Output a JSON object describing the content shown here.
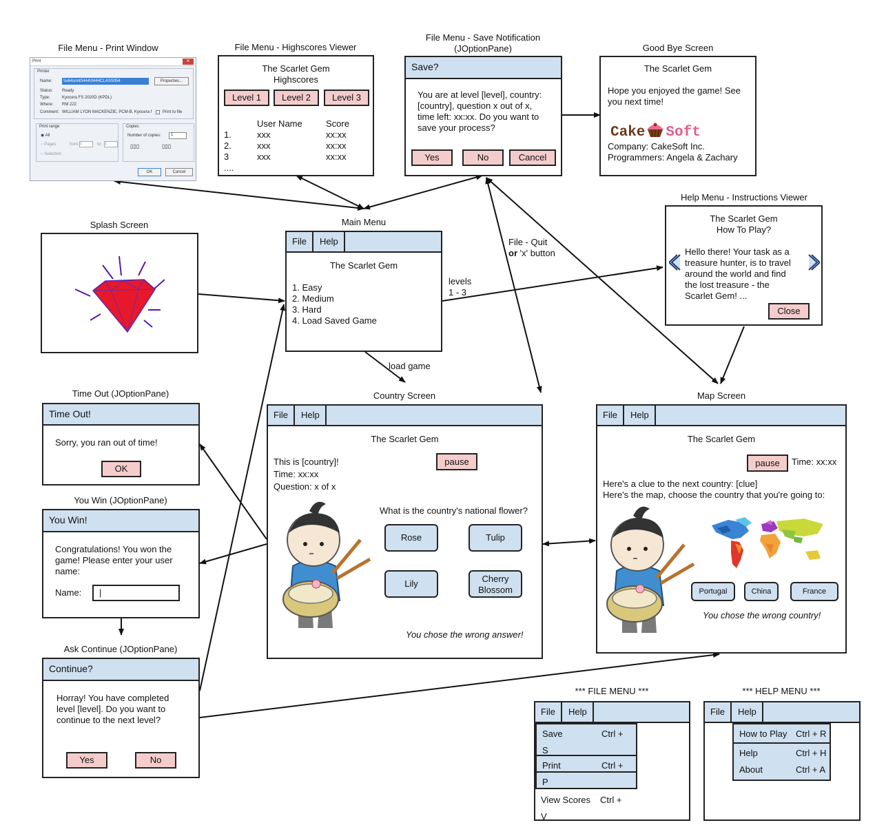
{
  "captions": {
    "print": "File Menu - Print Window",
    "highscores": "File Menu - Highscores Viewer",
    "save_notif_1": "File Menu - Save Notification",
    "save_notif_2": "(JOptionPane)",
    "goodbye": "Good Bye Screen",
    "help_instr": "Help Menu - Instructions Viewer",
    "splash": "Splash Screen",
    "main_menu": "Main Menu",
    "time_out": "Time Out (JOptionPane)",
    "you_win": "You Win (JOptionPane)",
    "ask_continue": "Ask Continue (JOptionPane)",
    "country": "Country Screen",
    "map": "Map Screen",
    "file_menu": "*** FILE MENU ***",
    "help_menu": "*** HELP MENU ***"
  },
  "edge_labels": {
    "levels_1": "levels",
    "levels_2": "1 - 3",
    "load_game": "load game",
    "quit_1": "File - Quit",
    "quit_or": "or",
    "quit_2": "'x' button"
  },
  "game_title": "The Scarlet Gem",
  "print_window": {
    "title": "Print",
    "printer_group": "Printer",
    "name_label": "Name:",
    "name_value": "\\\\u64snnt0444\\0444CLASS054",
    "properties": "Properties...",
    "status_label": "Status:",
    "status": "Ready",
    "type_label": "Type:",
    "type": "Kyocera FS 2020D (KPDL)",
    "where_label": "Where:",
    "where": "RM 222",
    "comment_label": "Comment:",
    "comment": "WILLIAM LYON MACKENZIE, PCM-B, Kyocera f",
    "print_to_file": "Print to file",
    "range_group": "Print range",
    "range_all": "All",
    "range_pages": "Pages",
    "range_from": "from:",
    "range_to": "to:",
    "range_from_val": "1",
    "range_to_val": "1",
    "range_selection": "Selection",
    "copies_group": "Copies",
    "copies_label": "Number of copies:",
    "copies_value": "1",
    "ok": "OK",
    "cancel": "Cancel"
  },
  "highscores": {
    "subtitle": "Highscores",
    "levels": [
      "Level 1",
      "Level 2",
      "Level 3"
    ],
    "col_user": "User Name",
    "col_score": "Score",
    "rows": [
      {
        "n": "1.",
        "user": "xxx",
        "score": "xx:xx"
      },
      {
        "n": "2.",
        "user": "xxx",
        "score": "xx:xx"
      },
      {
        "n": "3",
        "user": "xxx",
        "score": "xx:xx"
      }
    ],
    "more": "...."
  },
  "save_dialog": {
    "title": "Save?",
    "lines": [
      "You are at level [level], country:",
      "[country], question x out of x,",
      "time left: xx:xx. Do you want to",
      "save your process?"
    ],
    "yes": "Yes",
    "no": "No",
    "cancel": "Cancel"
  },
  "goodbye": {
    "lines": [
      "Hope you enjoyed the game! See",
      "you next time!"
    ],
    "logo_a": "Cake",
    "logo_b": "Soft",
    "company": "Company: CakeSoft Inc.",
    "programmers": "Programmers: Angela & Zachary"
  },
  "instructions": {
    "subtitle": "How To Play?",
    "lines": [
      "Hello there! Your task as a",
      "treasure hunter, is to travel",
      "around the world and find",
      "the lost treasure - the",
      "Scarlet Gem! ..."
    ],
    "close": "Close"
  },
  "menubar": {
    "file": "File",
    "help": "Help"
  },
  "main_menu": {
    "items": [
      "1. Easy",
      "2. Medium",
      "3. Hard",
      "4. Load Saved Game"
    ]
  },
  "time_out": {
    "title": "Time Out!",
    "message": "Sorry, you ran out of time!",
    "ok": "OK"
  },
  "you_win": {
    "title": "You Win!",
    "lines": [
      "Congratulations! You won the",
      "game! Please enter your user",
      "name:"
    ],
    "name_label": "Name:",
    "name_value": "|"
  },
  "ask_continue": {
    "title": "Continue?",
    "lines": [
      "Horray! You have completed",
      "level [level]. Do you want to",
      "continue to the next level?"
    ],
    "yes": "Yes",
    "no": "No"
  },
  "country_screen": {
    "info": [
      "This is [country]!",
      "Time: xx:xx",
      "Question: x of x"
    ],
    "pause": "pause",
    "question": "What is the country's national flower?",
    "answers": [
      "Rose",
      "Tulip",
      "Lily",
      "Cherry Blossom"
    ],
    "feedback": "You chose the wrong answer!"
  },
  "map_screen": {
    "pause": "pause",
    "time": "Time: xx:xx",
    "clue": "Here's a clue to the next country: [clue]",
    "choose": "Here's the map, choose the country that you're going to:",
    "countries": [
      "Portugal",
      "China",
      "France"
    ],
    "feedback": "You chose the wrong country!"
  },
  "file_menu": {
    "items": [
      {
        "label": "Save",
        "shortcut": "Ctrl +",
        "cont": "S"
      },
      {
        "label": "Print",
        "shortcut": "Ctrl +",
        "cont": "P"
      },
      {
        "label": "View Scores",
        "shortcut": "Ctrl +",
        "cont": "V"
      }
    ]
  },
  "help_menu": {
    "items": [
      {
        "label": "How to Play",
        "shortcut": "Ctrl + R"
      },
      {
        "label": "Help",
        "shortcut": "Ctrl + H"
      },
      {
        "label": "About",
        "shortcut": "Ctrl + A"
      }
    ]
  },
  "colors": {
    "title_bar": "#cfe0f0",
    "button_pink": "#f5cccc",
    "gem_red": "#e8182a",
    "gem_outline": "#5a1aa6"
  }
}
